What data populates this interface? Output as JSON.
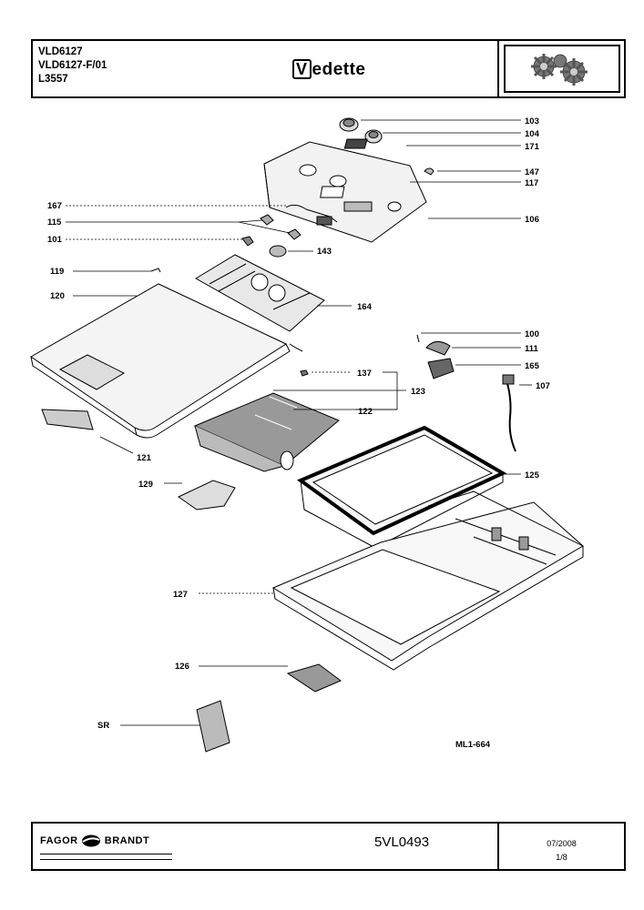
{
  "header": {
    "models": [
      "VLD6127",
      "VLD6127-F/01",
      "L3557"
    ],
    "brand": "edette",
    "brand_initial": "V"
  },
  "labels": {
    "l103": "103",
    "l104": "104",
    "l171": "171",
    "l147": "147",
    "l117": "117",
    "l106": "106",
    "l167": "167",
    "l115": "115",
    "l101": "101",
    "l143": "143",
    "l119": "119",
    "l120": "120",
    "l164": "164",
    "l100": "100",
    "l111": "111",
    "l165": "165",
    "l107": "107",
    "l137": "137",
    "l123": "123",
    "l122": "122",
    "l121": "121",
    "l125": "125",
    "l129": "129",
    "l127": "127",
    "l126": "126",
    "lsr": "SR"
  },
  "diagram_ref": "ML1-664",
  "footer": {
    "maker_left": "FAGOR",
    "maker_right": "BRANDT",
    "doc_number": "5VL0493",
    "date": "07/2008",
    "page": "1/8"
  }
}
